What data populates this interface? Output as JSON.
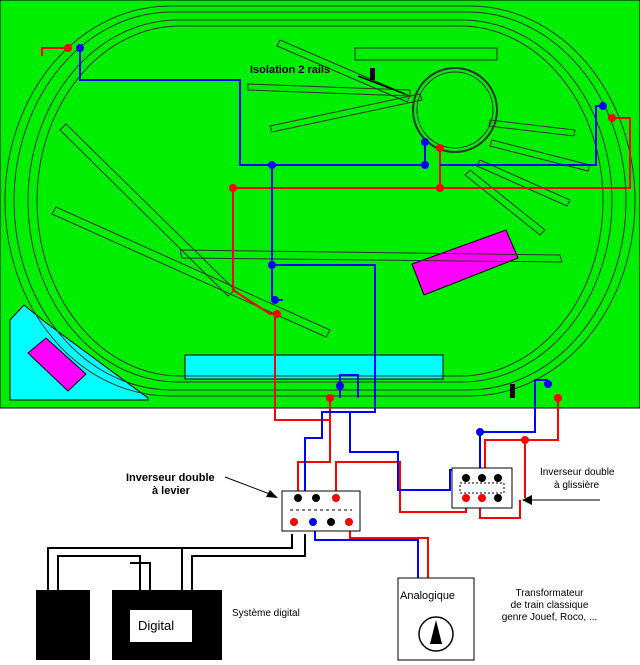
{
  "labels": {
    "isolation": "Isolation 2 rails",
    "inverseur_levier_line1": "Inverseur double",
    "inverseur_levier_line2": "à levier",
    "inverseur_glissiere_line1": "Inverseur double",
    "inverseur_glissiere_line2": "à glissière",
    "digital": "Digital",
    "systeme_digital": "Système digital",
    "analogique": "Analogique",
    "transfo_line1": "Transformateur",
    "transfo_line2": "de train classique",
    "transfo_line3": "genre Jouef, Roco, ..."
  },
  "colors": {
    "board": "#00ee00",
    "wire_red": "#ff0000",
    "wire_blue": "#0000ff",
    "building": "#ff00ff",
    "platform": "#00ffff",
    "track": "#333333"
  }
}
